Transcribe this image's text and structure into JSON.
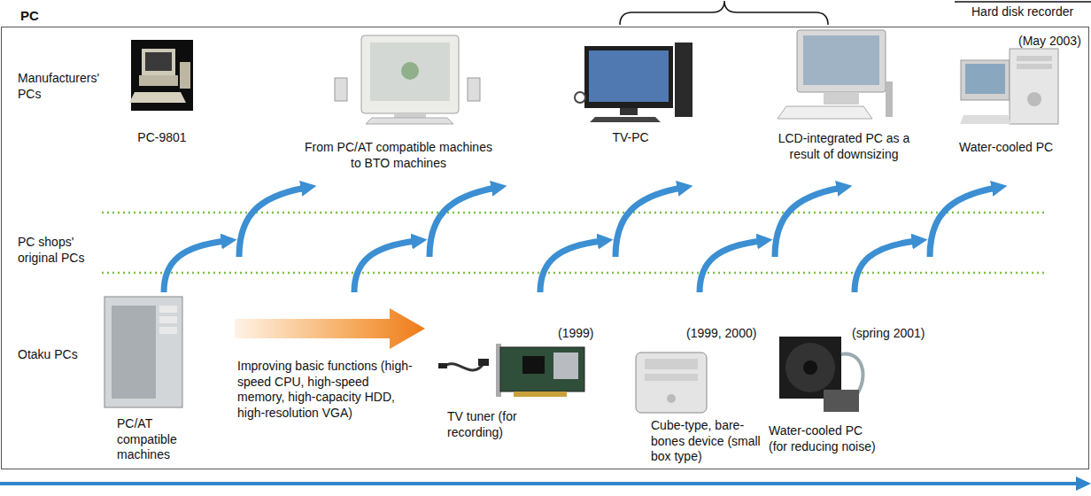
{
  "diagram": {
    "nodes": [
      {
        "text": [
          "PC"
        ]
      }
    ],
    "labels": [
      "Hard disk recorder",
      "Manufacturers' PCs",
      "PC-9801",
      "From PC/AT compatible machines to BTO machines",
      "TV-PC",
      "LCD-integrated PC as a result of downsizing",
      "(May 2003)",
      "Water-cooled PC",
      "PC shops' original PCs",
      "Otaku PCs",
      "(1999)",
      "(1999, 2000)",
      "(spring 2001)",
      "PC/AT compatible machines",
      "Improving basic functions (high-speed CPU, high-speed memory, high-capacity HDD, high-resolution VGA)",
      "TV tuner (for recording)",
      "Cube-type, bare-bones device (small box type)",
      "Water-cooled PC (for reducing noise)"
    ]
  }
}
